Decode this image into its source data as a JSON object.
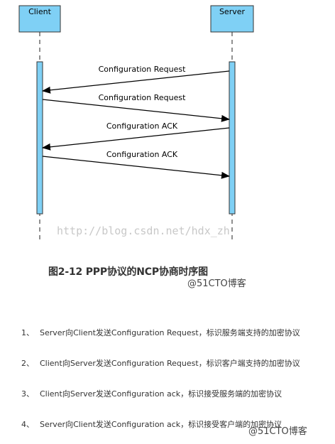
{
  "diagram": {
    "actors": [
      {
        "name": "Client"
      },
      {
        "name": "Server"
      }
    ],
    "messages": [
      {
        "label": "Configuration Request",
        "from": "Server",
        "to": "Client"
      },
      {
        "label": "Configuration Request",
        "from": "Client",
        "to": "Server"
      },
      {
        "label": "Configuration ACK",
        "from": "Server",
        "to": "Client"
      },
      {
        "label": "Configuration ACK",
        "from": "Client",
        "to": "Server"
      }
    ],
    "watermark": "http://blog.csdn.net/hdx_zh",
    "colors": {
      "actor_fill": "#7fd0f5",
      "border": "#333333",
      "line": "#000000"
    }
  },
  "caption": "图2-12  PPP协议的NCP协商时序图",
  "stamp": "@51CTO博客",
  "notes": [
    {
      "num": "1、",
      "text": "Server向Client发送Configuration Request，标识服务端支持的加密协议"
    },
    {
      "num": "2、",
      "text": "Client向Server发送Configuration Request，标识客户端支持的加密协议"
    },
    {
      "num": "3、",
      "text": "Client向Server发送Configuration ack，标识接受服务端的加密协议"
    },
    {
      "num": "4、",
      "text": "Server向Client发送Configuration ack，标识接受客户端的加密协议"
    }
  ]
}
